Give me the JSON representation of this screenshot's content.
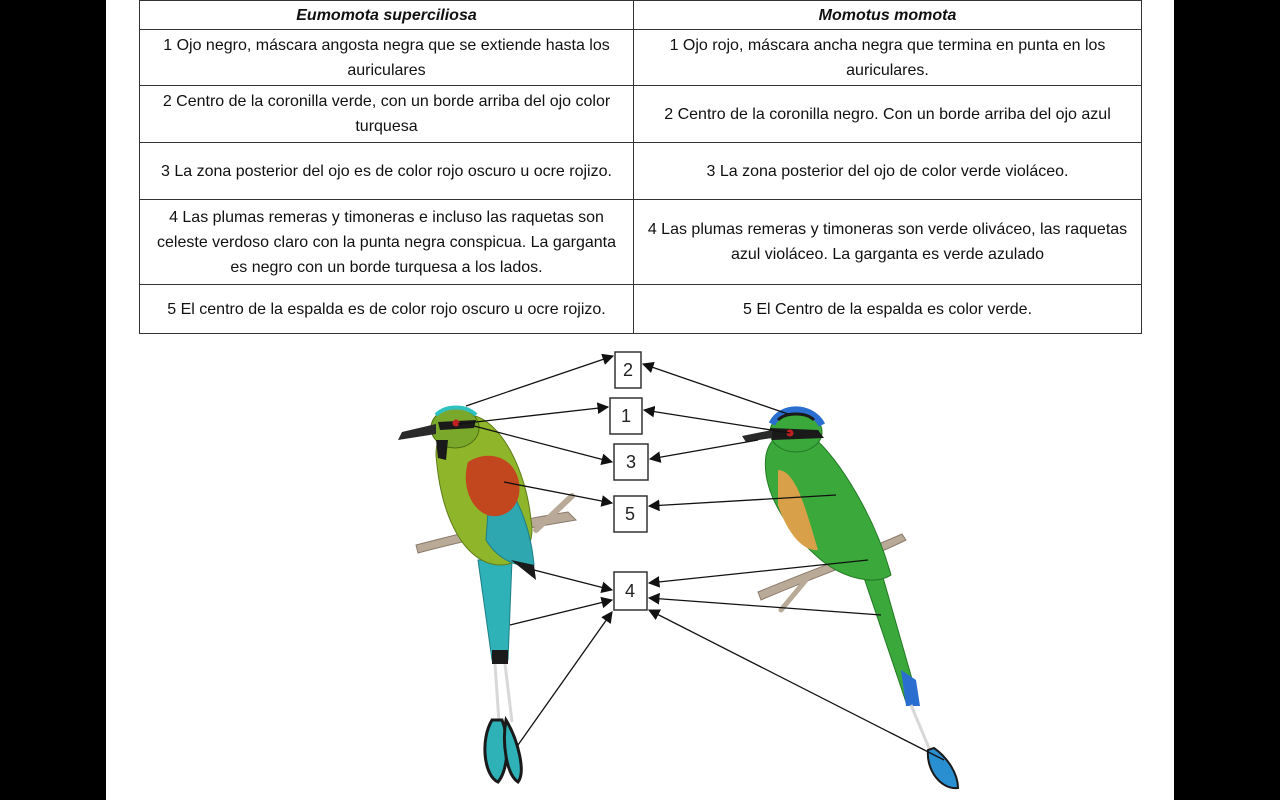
{
  "table": {
    "headers": [
      "Eumomota superciliosa",
      "Momotus momota"
    ],
    "rows": [
      [
        "1 Ojo negro, máscara angosta negra que se extiende hasta los auriculares",
        "1 Ojo rojo, máscara ancha negra que termina en punta en los auriculares."
      ],
      [
        "2  Centro de la coronilla verde, con un borde arriba del ojo color turquesa",
        "2 Centro de la coronilla negro. Con un borde arriba del ojo azul"
      ],
      [
        "3 La zona posterior del ojo es de color  rojo oscuro u ocre rojizo.",
        "3 La zona posterior del ojo de color verde violáceo."
      ],
      [
        "4 Las plumas remeras y  timoneras e incluso las raquetas son celeste verdoso claro con la punta negra conspicua. La garganta es negro con un borde turquesa a los lados.",
        "4 Las plumas remeras y timoneras son verde oliváceo, las raquetas azul violáceo. La garganta es verde azulado"
      ],
      [
        "5 El centro de la espalda es de color   rojo oscuro u ocre rojizo.",
        "5 El Centro de la espalda es color verde."
      ]
    ]
  },
  "diagram": {
    "labels": [
      "2",
      "1",
      "3",
      "5",
      "4"
    ],
    "colors": {
      "eumomota_body": "#8fb52a",
      "eumomota_back": "#c2461e",
      "eumomota_tail": "#2fb1b8",
      "momotus_body": "#3aa83a",
      "momotus_breast": "#d9a04a",
      "momotus_crown": "#2a6fd0",
      "branch": "#b9aa98"
    }
  }
}
